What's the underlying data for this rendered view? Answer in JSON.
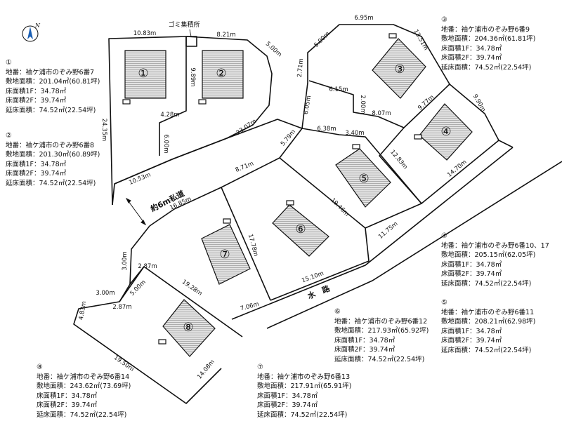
{
  "compass": {
    "north_label": "N"
  },
  "road_label": "約6m私道",
  "water_label": "水　路",
  "garbage_label": "ゴミ集積所",
  "units": "m",
  "field_labels": {
    "address": "地番：",
    "site_area": "敷地面積：",
    "floor1": "床面積1F：",
    "floor2": "床面積2F：",
    "total": "延床面積："
  },
  "lots": [
    {
      "id": "①",
      "address": "袖ケ浦市のぞみ野6番7",
      "site_area": "201.04㎡(60.81坪)",
      "floor1": "34.78㎡",
      "floor2": "39.74㎡",
      "total": "74.52㎡(22.54坪)"
    },
    {
      "id": "②",
      "address": "袖ケ浦市のぞみ野6番8",
      "site_area": "201.30㎡(60.89坪)",
      "floor1": "34.78㎡",
      "floor2": "39.74㎡",
      "total": "74.52㎡(22.54坪)"
    },
    {
      "id": "③",
      "address": "袖ケ浦市のぞみ野6番9",
      "site_area": "204.36㎡(61.81坪)",
      "floor1": "34.78㎡",
      "floor2": "39.74㎡",
      "total": "74.52㎡(22.54坪)"
    },
    {
      "id": "④",
      "address": "袖ケ浦市のぞみ野6番10、17",
      "site_area": "205.15㎡(62.05坪)",
      "floor1": "34.78㎡",
      "floor2": "39.74㎡",
      "total": "74.52㎡(22.54坪)"
    },
    {
      "id": "⑤",
      "address": "袖ケ浦市のぞみ野6番11",
      "site_area": "208.21㎡(62.98坪)",
      "floor1": "34.78㎡",
      "floor2": "39.74㎡",
      "total": "74.52㎡(22.54坪)"
    },
    {
      "id": "⑥",
      "address": "袖ケ浦市のぞみ野6番12",
      "site_area": "217.93㎡(65.92坪)",
      "floor1": "34.78㎡",
      "floor2": "39.74㎡",
      "total": "74.52㎡(22.54坪)"
    },
    {
      "id": "⑦",
      "address": "袖ケ浦市のぞみ野6番13",
      "site_area": "217.91㎡(65.91坪)",
      "floor1": "34.78㎡",
      "floor2": "39.74㎡",
      "total": "74.52㎡(22.54坪)"
    },
    {
      "id": "⑧",
      "address": "袖ケ浦市のぞみ野6番14",
      "site_area": "243.62㎡(73.69坪)",
      "floor1": "34.78㎡",
      "floor2": "39.74㎡",
      "total": "74.52㎡(22.54坪)"
    }
  ],
  "dimensions": [
    "10.83m",
    "8.21m",
    "5.00m",
    "9.89m",
    "4.28m",
    "6.00m",
    "24.35m",
    "23.07m",
    "10.53m",
    "6.95m",
    "13.51m",
    "5.00m",
    "2.71m",
    "6.15m",
    "2.00m",
    "8.07m",
    "9.77m",
    "9.90m",
    "6.05m",
    "5.79m",
    "6.38m",
    "3.40m",
    "12.83m",
    "14.70m",
    "8.71m",
    "16.85m",
    "19.46m",
    "11.75m",
    "17.78m",
    "15.10m",
    "7.06m",
    "3.00m",
    "2.87m",
    "5.00m",
    "19.28m",
    "3.00m",
    "2.87m",
    "4.83m",
    "19.50m",
    "14.08m"
  ]
}
